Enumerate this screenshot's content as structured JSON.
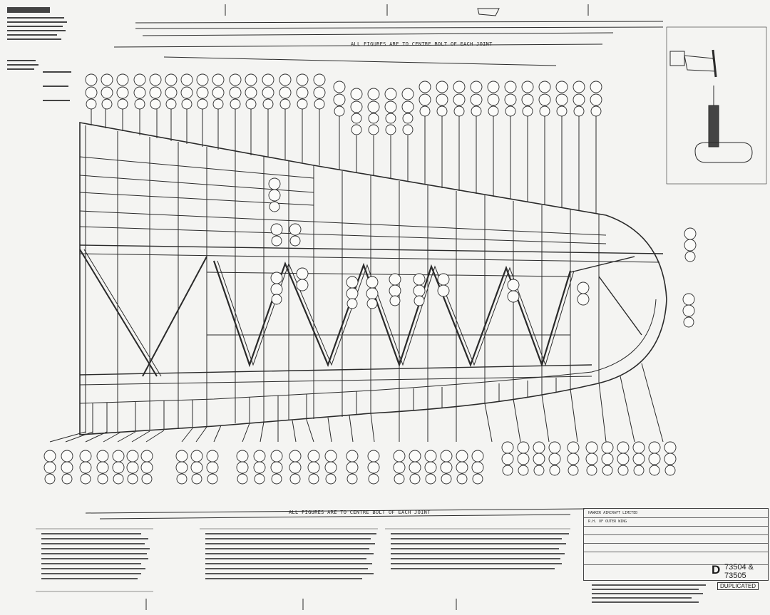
{
  "drawing": {
    "note_top": "ALL FIGURES ARE TO CENTRE BOLT OF EACH JOINT",
    "note_bottom": "ALL FIGURES ARE TO CENTRE BOLT OF EACH JOINT",
    "stamp_code": "D",
    "stamp_number_1": "73504 &",
    "stamp_number_2": "73505",
    "stamp_label": "DUPLICATED",
    "title_block_company": "HAWKER AIRCRAFT LIMITED",
    "title_block_title": "R.H. OF OUTER WING",
    "line_color": "#2a2a2a",
    "paper_color": "#f4f4f2"
  }
}
